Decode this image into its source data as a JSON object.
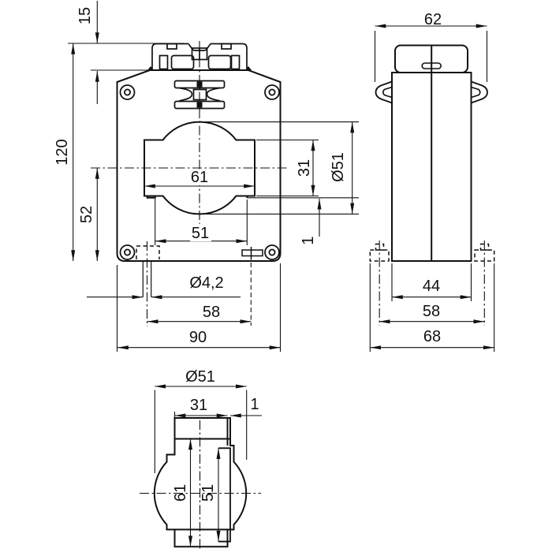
{
  "drawing": {
    "type": "technical-dimension-drawing",
    "line_color": "#111111",
    "background_color": "#ffffff",
    "views": {
      "front": {
        "dims": {
          "clip_height": "15",
          "total_height": "120",
          "center_to_bottom": "52",
          "window_width": "61",
          "window_flat": "51",
          "window_height": "31",
          "window_diameter": "Ø51",
          "step": "1",
          "hole_diameter": "Ø4,2",
          "hole_spacing": "58",
          "total_width": "90"
        }
      },
      "side": {
        "dims": {
          "top_width": "62",
          "body_depth": "44",
          "foot_spacing": "58",
          "base_width": "68"
        }
      },
      "bottom": {
        "dims": {
          "diameter": "Ø51",
          "slot_width": "31",
          "step": "1",
          "window_width": "61",
          "window_flat": "51"
        }
      }
    }
  }
}
